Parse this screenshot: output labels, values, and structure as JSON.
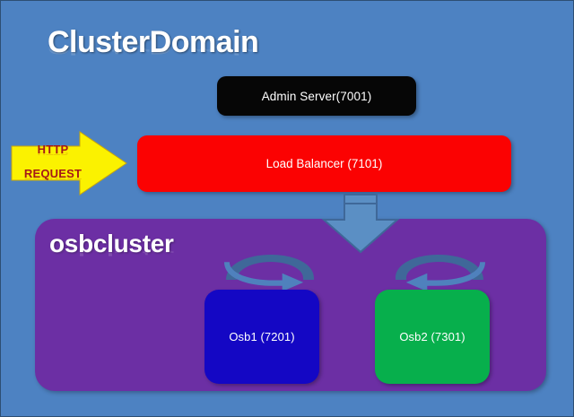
{
  "diagram": {
    "title": "ClusterDomain",
    "background_color": "#4d82c2",
    "border_color": "#2d4f73"
  },
  "nodes": {
    "admin_server": {
      "label": "Admin Server(7001)",
      "port": "7001",
      "fill_color": "#060606",
      "text_color": "#ffffff"
    },
    "load_balancer": {
      "label": "Load Balancer (7101)",
      "port": "7101",
      "fill_color": "#fb0202",
      "text_color": "#ffffff"
    },
    "osb1": {
      "label": "Osb1 (7201)",
      "port": "7201",
      "fill_color": "#1407c4",
      "text_color": "#ffffff"
    },
    "osb2": {
      "label": "Osb2 (7301)",
      "port": "7301",
      "fill_color": "#07af4c",
      "text_color": "#ffffff"
    }
  },
  "cluster": {
    "title": "osbcluster",
    "fill_color": "#6c2fa4",
    "text_color": "#ffffff"
  },
  "http_arrow": {
    "line1": "HTTP",
    "line2": "REQUEST",
    "fill_color": "#fbf200",
    "text_color": "#a51818"
  },
  "flow_arrows": {
    "down_arrow_color": "#5b8fc4",
    "loop_arrow_color": "#4f81bd",
    "loop_arrow_dark": "#3f6899"
  }
}
